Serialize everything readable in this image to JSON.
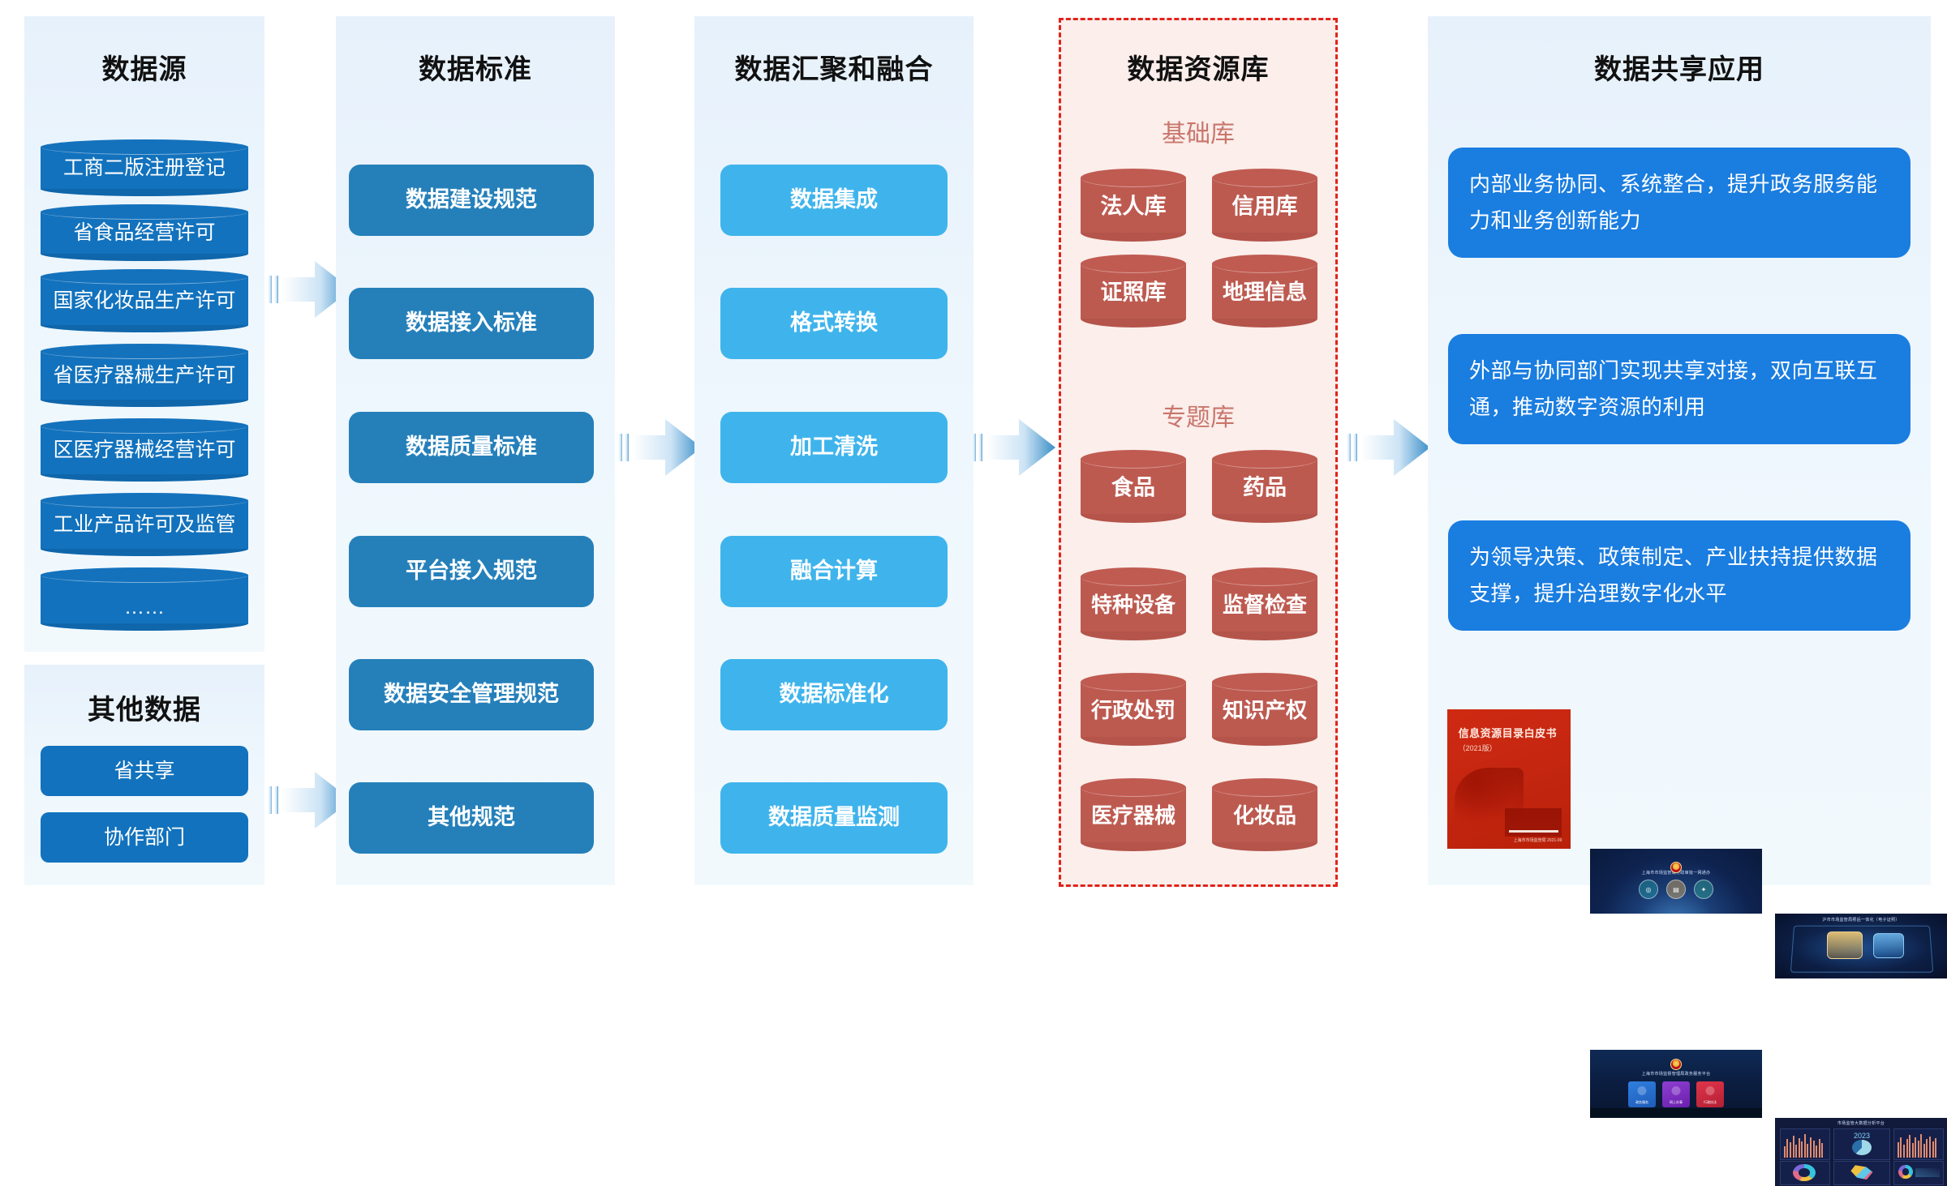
{
  "columns": {
    "data_source": {
      "title": "数据源",
      "items": [
        "工商二版注册登记",
        "省食品经营许可",
        "国家化妆品生产许可",
        "省医疗器械生产许可",
        "区医疗器械经营许可",
        "工业产品许可及监管",
        "……"
      ],
      "other": {
        "title": "其他数据",
        "items": [
          "省共享",
          "协作部门"
        ]
      }
    },
    "data_standard": {
      "title": "数据标准",
      "items": [
        "数据建设规范",
        "数据接入标准",
        "数据质量标准",
        "平台接入规范",
        "数据安全管理规范",
        "其他规范"
      ]
    },
    "data_convergence": {
      "title": "数据汇聚和融合",
      "items": [
        "数据集成",
        "格式转换",
        "加工清洗",
        "融合计算",
        "数据标准化",
        "数据质量监测"
      ]
    },
    "data_repository": {
      "title": "数据资源库",
      "basic": {
        "label": "基础库",
        "items": [
          "法人库",
          "信用库",
          "证照库",
          "地理信息"
        ]
      },
      "thematic": {
        "label": "专题库",
        "items": [
          "食品",
          "药品",
          "特种设备",
          "监督检查",
          "行政处罚",
          "知识产权",
          "医疗器械",
          "化妆品"
        ]
      }
    },
    "data_sharing": {
      "title": "数据共享应用",
      "cards": [
        "内部业务协同、系统整合，提升政务服务能力和业务创新能力",
        "外部与协同部门实现共享对接，双向互联互通，推动数字资源的利用",
        "为领导决策、政策制定、产业扶持提供数据支撑，提升治理数字化水平"
      ],
      "gallery": {
        "book": {
          "title": "信息资源目录白皮书",
          "subtitle": "（2021版）",
          "footer": "上海市市场监管局 2021-09"
        },
        "shots": [
          {
            "name": "shot-portal",
            "caption": "上海市市场监管局行政审批一网通办"
          },
          {
            "name": "shot-license",
            "caption": "沪市市场监管局照后一体化（电子证照）"
          },
          {
            "name": "shot-service",
            "caption": "上海市市场监督管理局政务服务平台"
          },
          {
            "name": "shot-dashboard",
            "caption": "市场监管大数据分析平台"
          }
        ]
      }
    }
  },
  "colors": {
    "panel_blue": "#e9f3fc",
    "panel_red_bg": "#fbeeeb",
    "panel_red_border": "#e2231a",
    "cylinder_blue": "#1272bd",
    "cylinder_red": "#bd5a50",
    "pill_standard": "#2580ba",
    "pill_merge": "#3fb4ec",
    "app_card": "#1a7de0",
    "sub_label_red": "#c9766c",
    "title_text": "#111111"
  },
  "arrows": [
    {
      "name": "arrow-source-to-standard"
    },
    {
      "name": "arrow-other-to-standard"
    },
    {
      "name": "arrow-standard-to-convergence"
    },
    {
      "name": "arrow-convergence-to-repository"
    },
    {
      "name": "arrow-repository-to-sharing"
    }
  ]
}
